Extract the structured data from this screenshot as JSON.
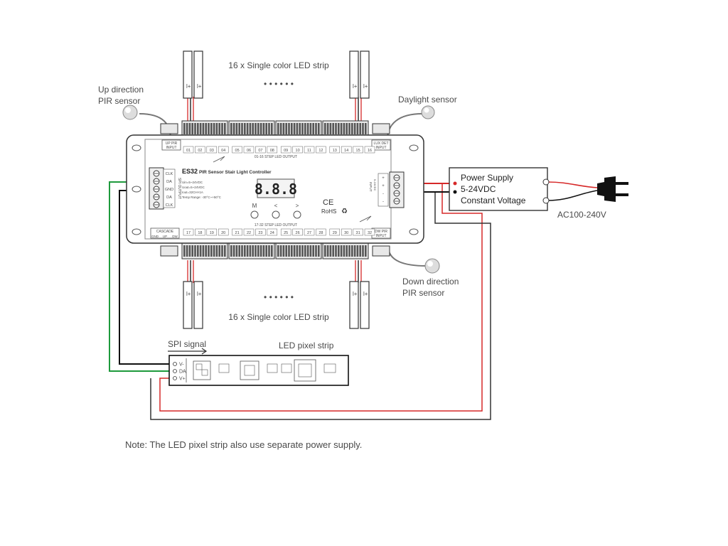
{
  "labels": {
    "top_strip": "16 x Single color LED strip",
    "bottom_strip": "16 x Single color LED strip",
    "dots": "• • • • • •",
    "up_pir_l1": "Up direction",
    "up_pir_l2": "PIR sensor",
    "daylight": "Daylight sensor",
    "down_pir_l1": "Down direction",
    "down_pir_l2": "PIR sensor",
    "ac": "AC100-240V",
    "spi_signal": "SPI signal",
    "led_pixel_strip": "LED pixel strip",
    "note": "Note: The LED pixel strip also use separate power supply."
  },
  "power_supply": {
    "line1": "Power Supply",
    "line2": "5-24VDC",
    "line3": "Constant Voltage"
  },
  "controller": {
    "model": "ES32",
    "name": "PIR Sensor Stair Light Controller",
    "spec1": "Uin=5~24VDC",
    "spec2": "Uout=5~24VDC",
    "spec3": "Iout=32CH×1A",
    "spec4": "Temp Range: -30°C~+50°C",
    "display": "8.8.8",
    "btn_m": "M",
    "btn_left": "<",
    "btn_right": ">",
    "ce": "CE",
    "rohs": "RoHS",
    "weee": "♻",
    "up_pir_input": [
      "UP PIR",
      "INPUT"
    ],
    "lux_det_input": [
      "LUX DET",
      "INPUT"
    ],
    "dw_pir_input": [
      "DW PIR",
      "INPUT"
    ],
    "cascade": "CASCADE",
    "cascade_pins": [
      "GND",
      "UP",
      "DW"
    ],
    "top_output": "01-16 STEP LED OUTPUT",
    "bottom_output": "17-32 STEP LED OUTPUT",
    "top_channels": [
      "01",
      "02",
      "03",
      "04",
      "05",
      "06",
      "07",
      "08",
      "09",
      "10",
      "11",
      "12",
      "13",
      "14",
      "15",
      "16"
    ],
    "bottom_channels": [
      "17",
      "18",
      "19",
      "20",
      "21",
      "22",
      "23",
      "24",
      "25",
      "26",
      "27",
      "28",
      "29",
      "30",
      "31",
      "32"
    ],
    "spi_output": "SPI OUTPUT",
    "spi_pins": [
      "CLK",
      "DA",
      "GND",
      "DA",
      "CLK"
    ],
    "input_label": "INPUT",
    "input_range": "5-24VDC",
    "input_pins": [
      "+",
      "+",
      "-",
      "-"
    ]
  },
  "pixel_strip": {
    "pins": [
      "V-",
      "DA",
      "V+"
    ]
  },
  "colors": {
    "green_wire": "#1e9a3c",
    "red_wire": "#d62828",
    "black_wire": "#111111",
    "outline": "#333333"
  }
}
